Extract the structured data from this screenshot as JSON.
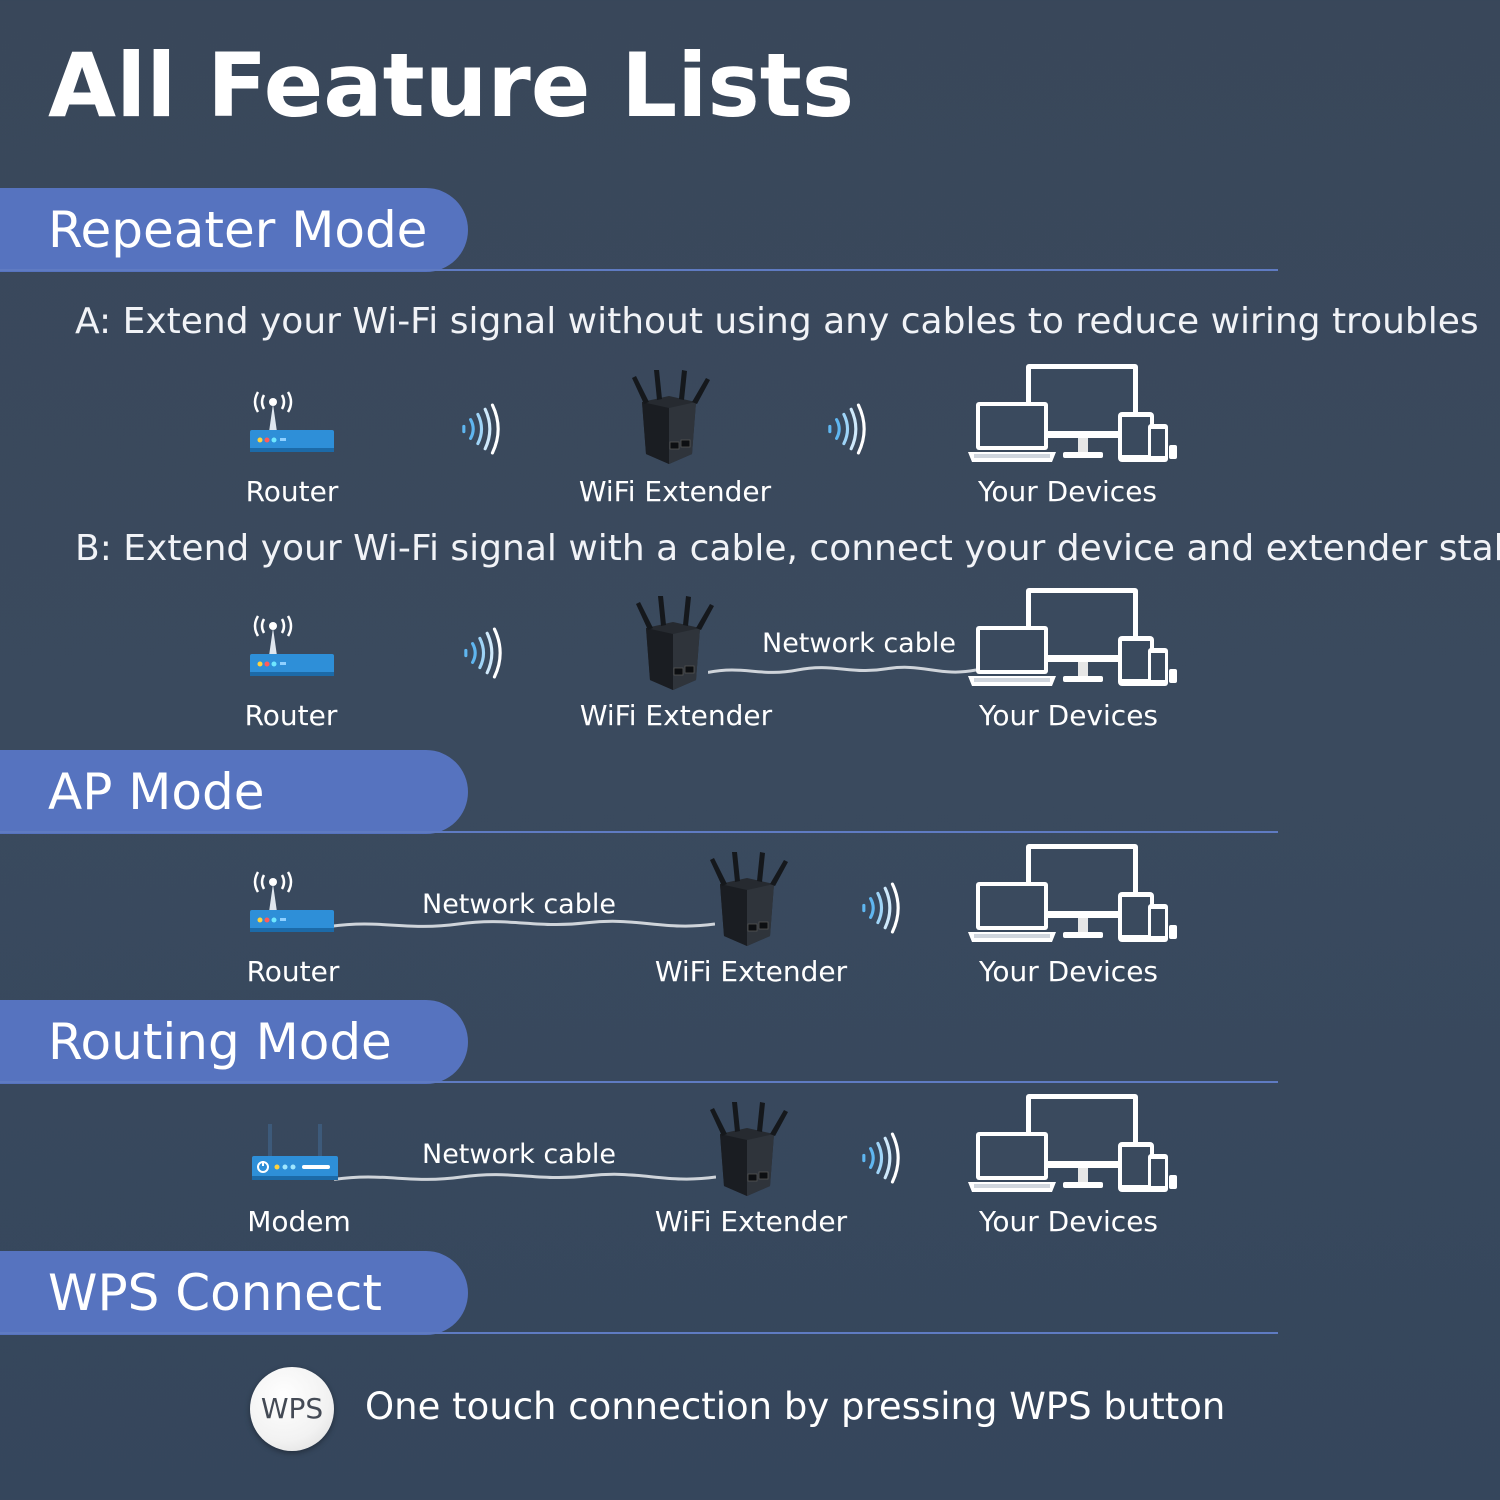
{
  "title": "All Feature Lists",
  "sections": {
    "repeater": {
      "title": "Repeater Mode",
      "a": {
        "desc": "A: Extend your Wi-Fi signal without using any cables to reduce wiring troubles",
        "router_label": "Router",
        "extender_label": "WiFi Extender",
        "devices_label": "Your Devices"
      },
      "b": {
        "desc": "B: Extend your Wi-Fi signal with a cable, connect your device and extender stably.",
        "router_label": "Router",
        "cable_label": "Network cable",
        "extender_label": "WiFi Extender",
        "devices_label": "Your Devices"
      }
    },
    "ap": {
      "title": "AP Mode",
      "router_label": "Router",
      "cable_label": "Network cable",
      "extender_label": "WiFi Extender",
      "devices_label": "Your Devices"
    },
    "routing": {
      "title": "Routing Mode",
      "modem_label": "Modem",
      "cable_label": "Network cable",
      "extender_label": "WiFi Extender",
      "devices_label": "Your Devices"
    },
    "wps": {
      "title": "WPS Connect",
      "badge": "WPS",
      "desc": "One touch connection by pressing WPS button"
    }
  },
  "icons": [
    "router-icon",
    "modem-icon",
    "wifi-extender-icon",
    "devices-icon",
    "wifi-signal-icon"
  ],
  "colors": {
    "background": "#3a4a5e",
    "banner": "#5673bf",
    "router_blue": "#2e8fd8",
    "signal_blue": "#5fb6f0"
  }
}
